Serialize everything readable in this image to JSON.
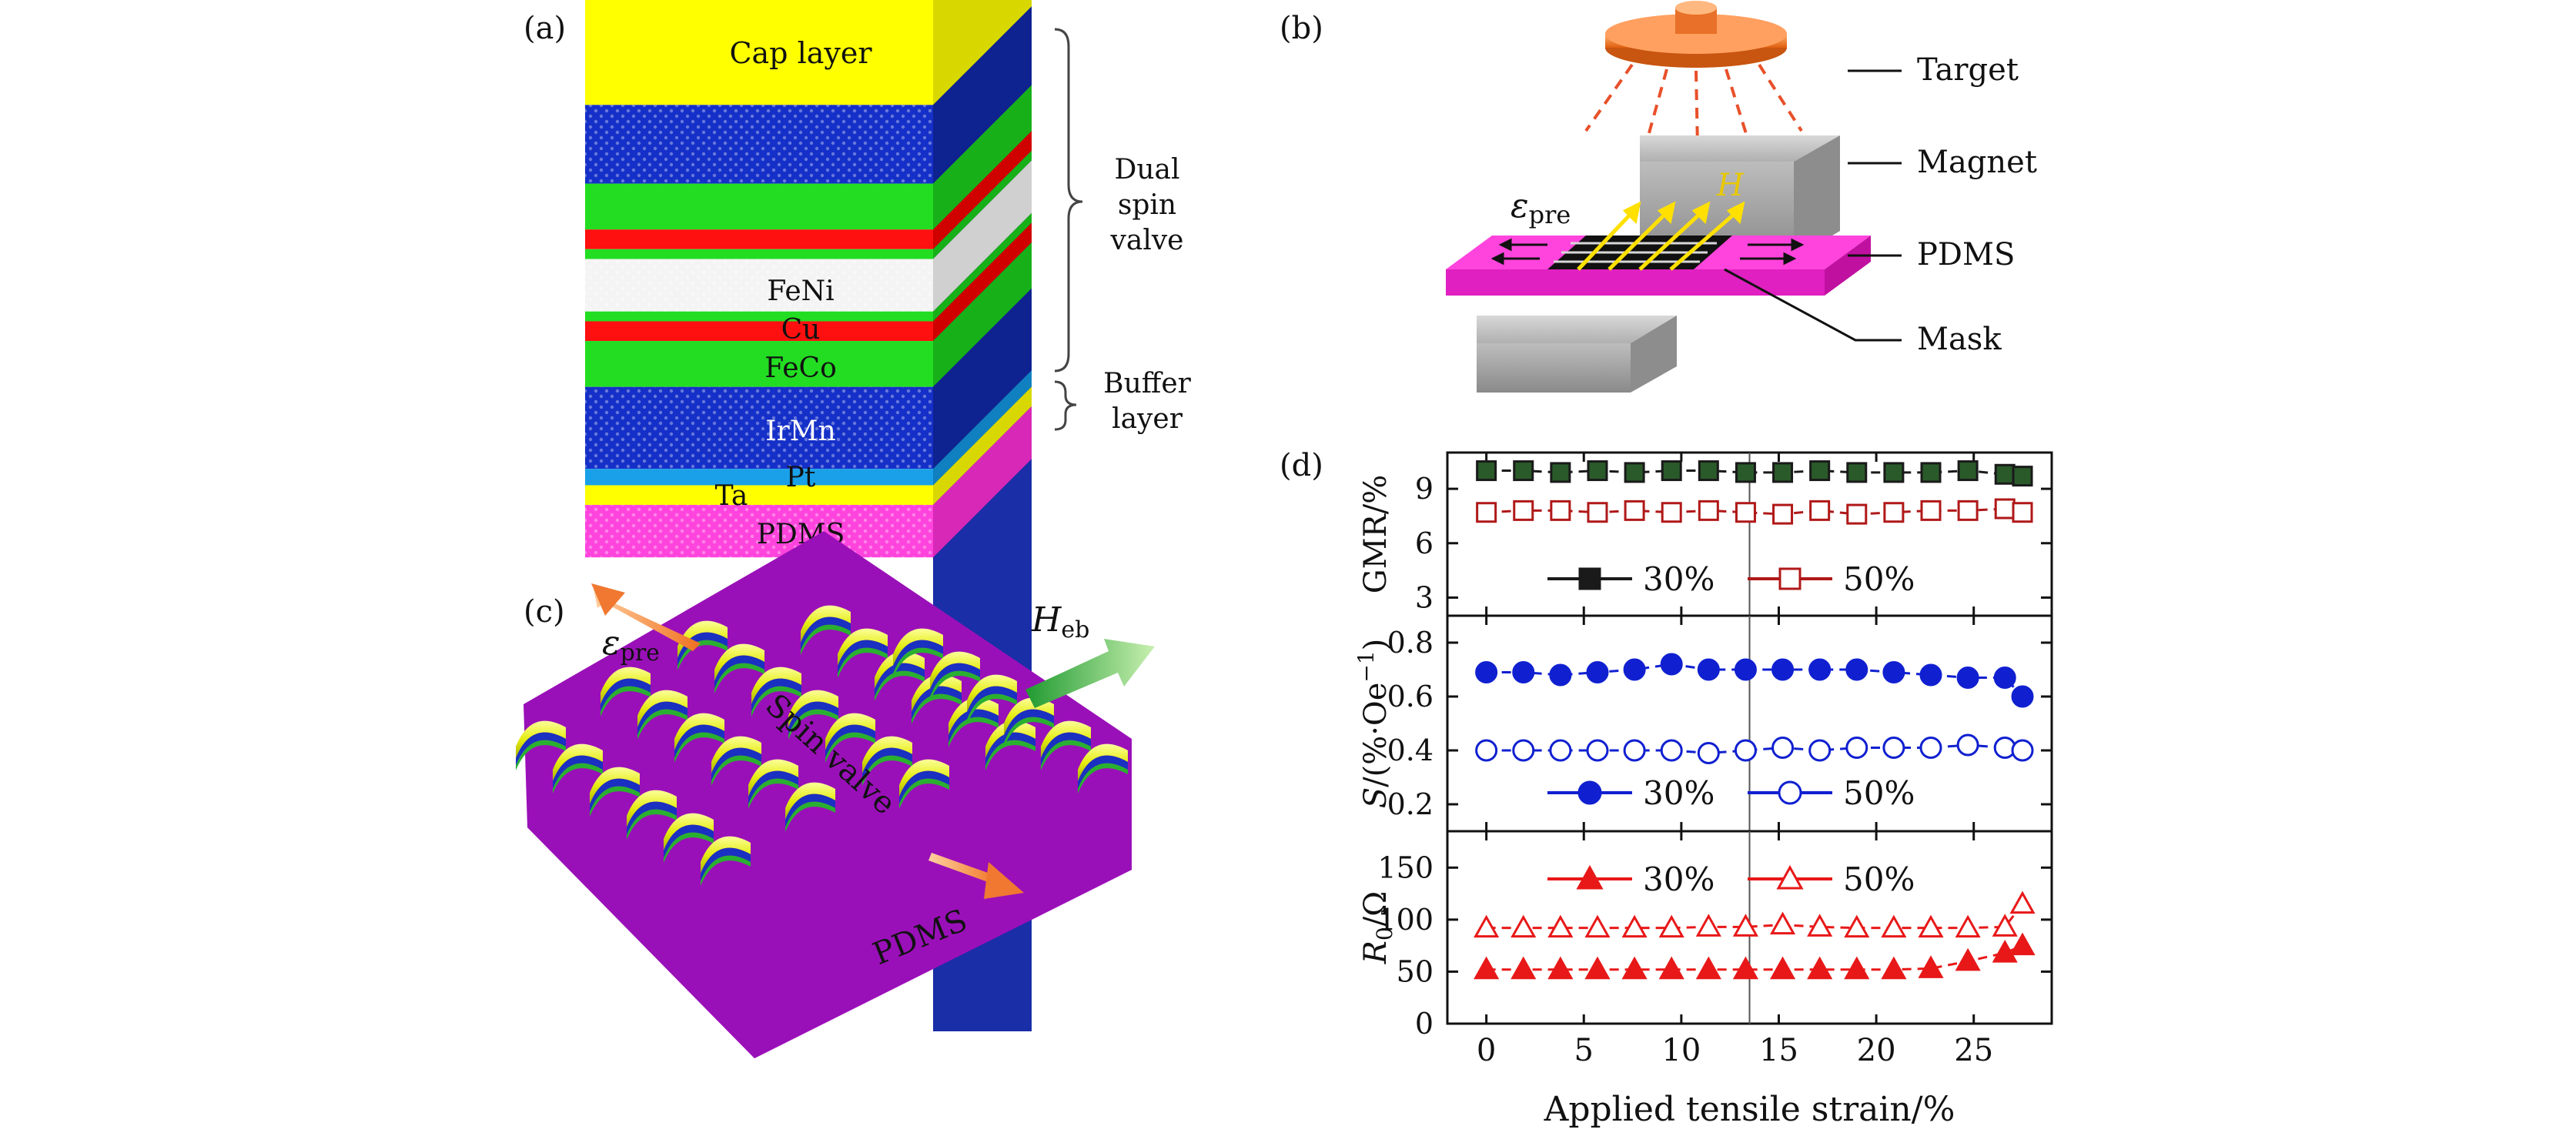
{
  "panels": {
    "a": {
      "tag": "(a)",
      "layers": {
        "cap": "Cap layer",
        "fenI": "FeNi",
        "cu": "Cu",
        "feco": "FeCo",
        "irmn": "IrMn",
        "pt": "Pt",
        "ta": "Ta",
        "pdms": "PDMS"
      },
      "brackets": {
        "dual": [
          "Dual",
          "spin",
          "valve"
        ],
        "buffer": [
          "Buffer",
          "layer"
        ]
      },
      "colors": {
        "cap": "#ffff00",
        "blue": "#1530c8",
        "green": "#22dd22",
        "red": "#ff1010",
        "feni": "#f4f4f4",
        "pt": "#1aa0e8",
        "pdms": "#ff44dd"
      }
    },
    "b": {
      "tag": "(b)",
      "labels": {
        "target": "Target",
        "magnet": "Magnet",
        "pdms": "PDMS",
        "mask": "Mask"
      },
      "field_label": "H",
      "strain_label": "ε",
      "strain_sub": "pre",
      "colors": {
        "target": "#f08030",
        "magnet": "#a8a8a8",
        "pdms": "#ff44dd",
        "field": "#ffe000"
      }
    },
    "c": {
      "tag": "(c)",
      "strain_label": "ε",
      "strain_sub": "pre",
      "field_label": "H",
      "field_sub": "eb",
      "spin_valve": "Spin valve",
      "pdms": "PDMS",
      "colors": {
        "substrate": "#9a10b8",
        "film": "#e8f020",
        "arrow": "#f07830",
        "field_arrow": "#40b040"
      }
    },
    "d": {
      "tag": "(d)"
    }
  },
  "chart_data": {
    "type": "scatter",
    "x_title": "Applied tensile strain/%",
    "x_ticks": [
      "0",
      "5",
      "10",
      "15",
      "20",
      "25"
    ],
    "xlim": [
      -2,
      29
    ],
    "divider_x": 13.5,
    "subplots": [
      {
        "id": "gmr",
        "ylabel": "GMR/%",
        "ylim": [
          2,
          11
        ],
        "yticks": [
          "3",
          "6",
          "9"
        ],
        "x": [
          0,
          1.9,
          3.8,
          5.7,
          7.6,
          9.5,
          11.4,
          13.3,
          15.2,
          17.1,
          19.0,
          20.9,
          22.8,
          24.7,
          26.6,
          27.5
        ],
        "series": [
          {
            "name": "30%",
            "filled": true,
            "color": "#1a1a1a",
            "values": [
              10.0,
              10.0,
              9.9,
              10.0,
              9.9,
              10.0,
              10.0,
              9.9,
              9.9,
              10.0,
              9.9,
              9.9,
              9.9,
              10.0,
              9.8,
              9.7
            ]
          },
          {
            "name": "50%",
            "filled": false,
            "color": "#b01818",
            "values": [
              7.7,
              7.8,
              7.8,
              7.7,
              7.8,
              7.7,
              7.8,
              7.7,
              7.6,
              7.8,
              7.6,
              7.7,
              7.8,
              7.8,
              7.9,
              7.7
            ]
          }
        ]
      },
      {
        "id": "s",
        "ylabel_main": "S",
        "ylabel_rest": "/(%·Oe",
        "ylabel_sup": "−1",
        "ylabel_close": ")",
        "ylim": [
          0.1,
          0.9
        ],
        "yticks": [
          "0.2",
          "0.4",
          "0.6",
          "0.8"
        ],
        "x": [
          0,
          1.9,
          3.8,
          5.7,
          7.6,
          9.5,
          11.4,
          13.3,
          15.2,
          17.1,
          19.0,
          20.9,
          22.8,
          24.7,
          26.6,
          27.5
        ],
        "series": [
          {
            "name": "30%",
            "filled": true,
            "color": "#1020d0",
            "values": [
              0.69,
              0.69,
              0.68,
              0.69,
              0.7,
              0.72,
              0.7,
              0.7,
              0.7,
              0.7,
              0.7,
              0.69,
              0.68,
              0.67,
              0.67,
              0.6
            ]
          },
          {
            "name": "50%",
            "filled": false,
            "color": "#1020d0",
            "values": [
              0.4,
              0.4,
              0.4,
              0.4,
              0.4,
              0.4,
              0.39,
              0.4,
              0.41,
              0.4,
              0.41,
              0.41,
              0.41,
              0.42,
              0.41,
              0.4
            ]
          }
        ]
      },
      {
        "id": "r0",
        "ylabel_main": "R",
        "ylabel_sub": "0",
        "ylabel_rest": "/Ω",
        "ylim": [
          0,
          185
        ],
        "yticks": [
          "0",
          "50",
          "100",
          "150"
        ],
        "x": [
          0,
          1.9,
          3.8,
          5.7,
          7.6,
          9.5,
          11.4,
          13.3,
          15.2,
          17.1,
          19.0,
          20.9,
          22.8,
          24.7,
          26.6,
          27.5
        ],
        "series": [
          {
            "name": "30%",
            "filled": true,
            "color": "#e81818",
            "values": [
              52,
              52,
              52,
              52,
              52,
              52,
              52,
              52,
              52,
              52,
              52,
              52,
              53,
              60,
              68,
              75
            ]
          },
          {
            "name": "50%",
            "filled": false,
            "color": "#e81818",
            "values": [
              92,
              92,
              92,
              92,
              92,
              92,
              93,
              93,
              95,
              93,
              92,
              92,
              92,
              92,
              93,
              115
            ]
          }
        ]
      }
    ]
  }
}
